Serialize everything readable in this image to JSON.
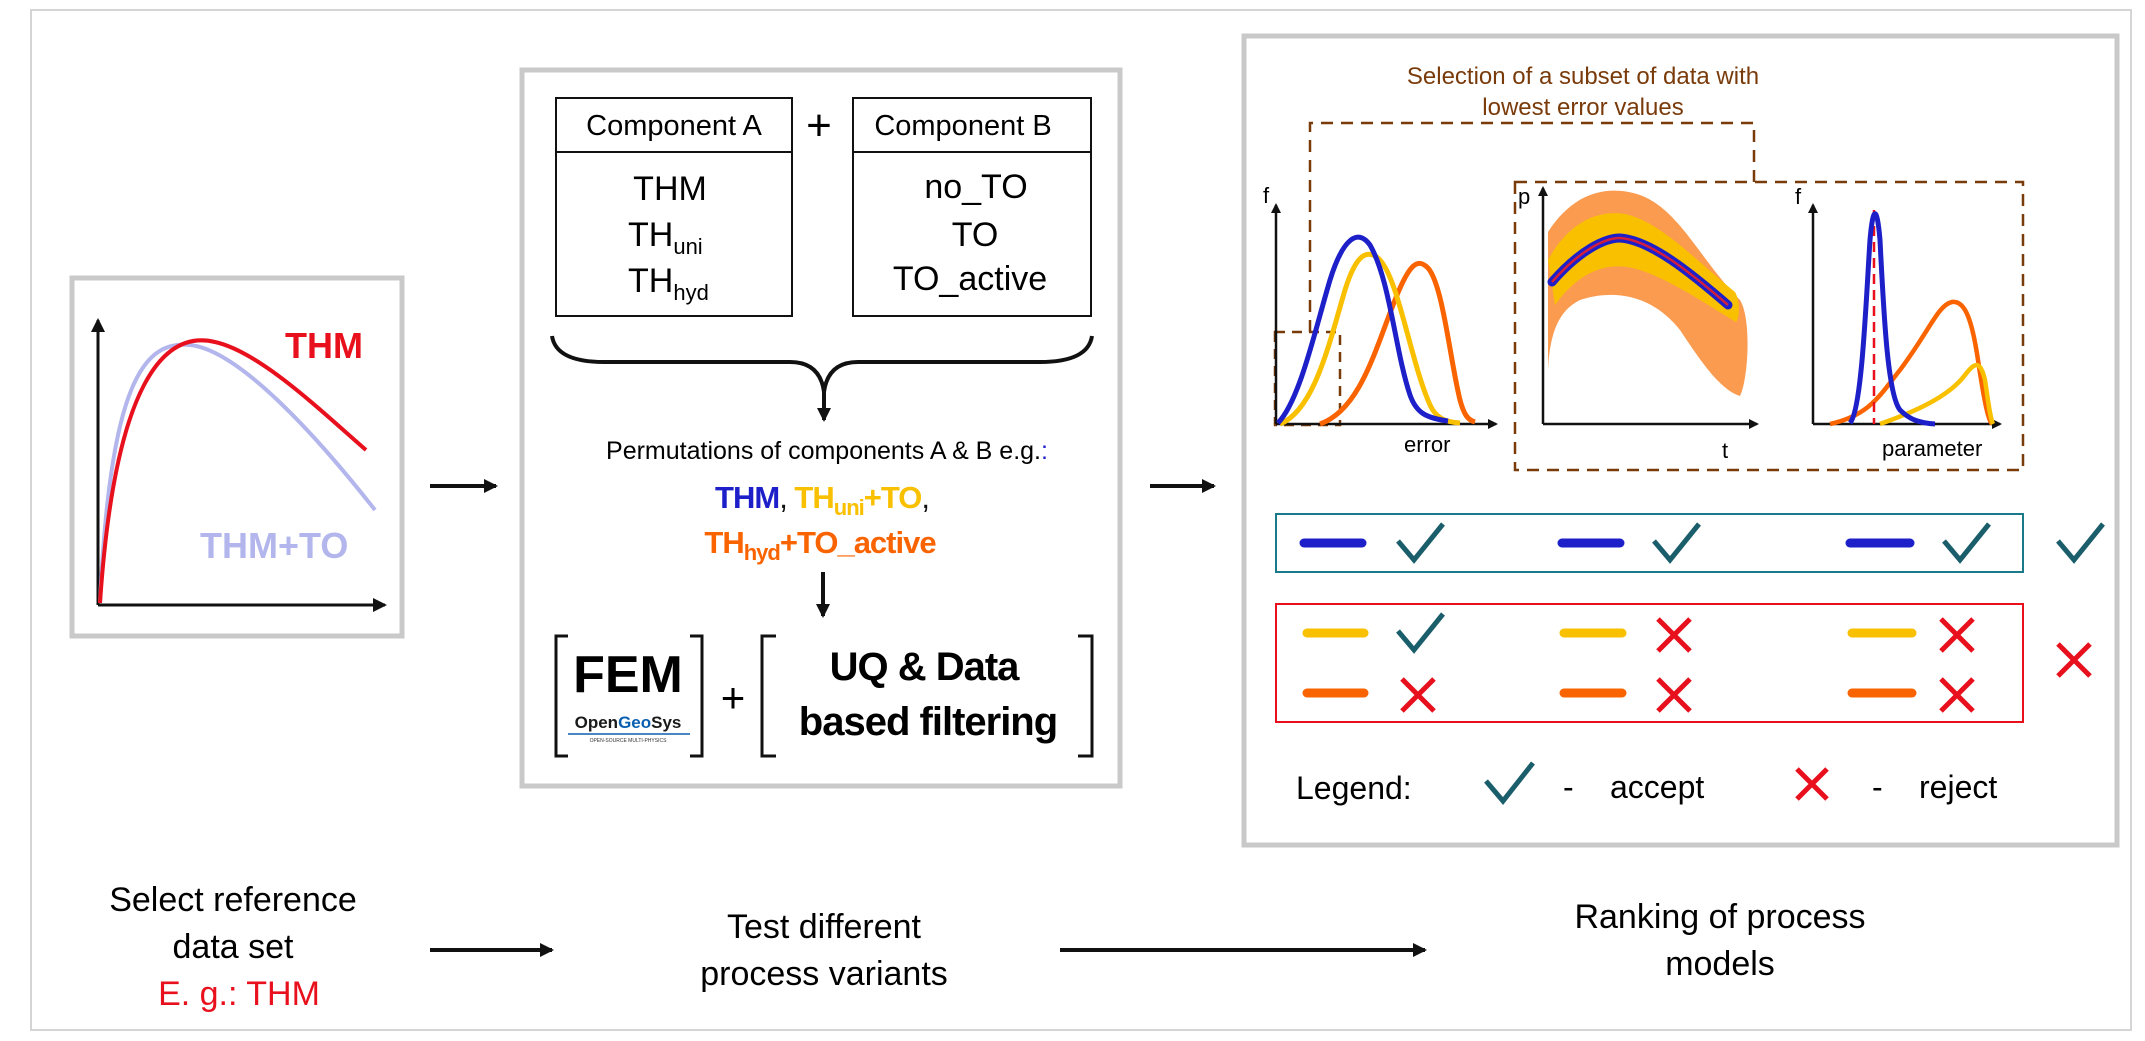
{
  "colors": {
    "red": "#e8101c",
    "lavender": "#b3b6ec",
    "blue": "#1d1fc9",
    "gold": "#f9c000",
    "orange": "#fa6400",
    "teal": "#1b5e6b",
    "brown": "#7a3b0b",
    "gray_frame": "#c9c9c9"
  },
  "reference": {
    "thm_label": "THM",
    "thm_to_label": "THM+TO"
  },
  "components": {
    "plus": "+",
    "a": {
      "header": "Component A",
      "item1": "THM",
      "item2_base": "TH",
      "item2_sub": "uni",
      "item3_base": "TH",
      "item3_sub": "hyd"
    },
    "b": {
      "header": "Component B",
      "item1": "no_TO",
      "item2": "TO",
      "item3": "TO_active"
    }
  },
  "permutations": {
    "title_text": "Permutations of components A & B e.g.",
    "title_colon": ":",
    "line1": {
      "thm": "THM",
      "comma1": ", ",
      "th": "TH",
      "uni": "uni",
      "plus_to": "+TO",
      "comma2": ","
    },
    "line2": {
      "th": "TH",
      "hyd": "hyd",
      "plus_to_active": "+TO_active"
    }
  },
  "tools": {
    "fem": "FEM",
    "opengeosys_open": "Open",
    "opengeosys_geo": "Geo",
    "opengeosys_sys": "Sys",
    "opengeosys_tag": "OPEN-SOURCE MULTI-PHYSICS",
    "plus": "+",
    "uq_line1": "UQ & Data",
    "uq_line2": "based filtering"
  },
  "selection": {
    "caption_line1": "Selection of a subset of data with",
    "caption_line2": "lowest error values"
  },
  "plots": {
    "plot1": {
      "ylabel": "f",
      "xlabel": "error"
    },
    "plot2": {
      "ylabel": "p",
      "xlabel": "t"
    },
    "plot3": {
      "ylabel": "f",
      "xlabel": "parameter"
    }
  },
  "legend": {
    "label": "Legend:",
    "dash1": "-",
    "accept": "accept",
    "dash2": "-",
    "reject": "reject"
  },
  "steps": {
    "step1_line1": "Select reference",
    "step1_line2": "data set",
    "step1_line3": "E. g.: THM",
    "step2_line1": "Test different",
    "step2_line2": "process variants",
    "step3_line1": "Ranking of process",
    "step3_line2": "models"
  }
}
